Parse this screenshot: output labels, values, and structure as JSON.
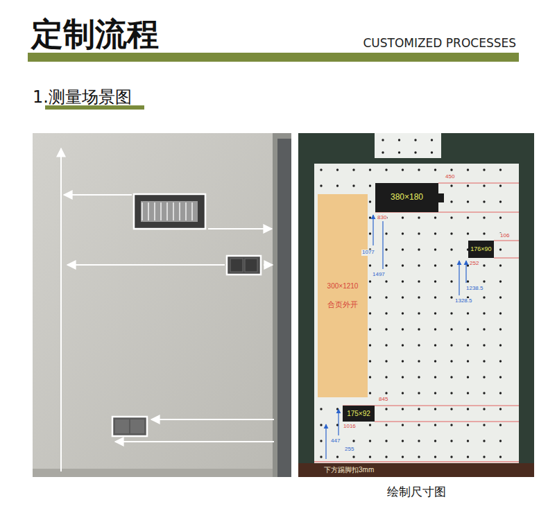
{
  "diagram": {
    "title": "定制流程",
    "caption": "绘制尺寸图",
    "nodes": [
      {
        "text": [
          "380×180"
        ]
      },
      {
        "text": [
          "300×1210",
          "合页外开"
        ]
      },
      {
        "text": [
          "176×90"
        ]
      },
      {
        "text": [
          "175×92"
        ]
      }
    ],
    "labels": [
      "CUSTOMIZED PROCESSES",
      "1.测量场景图",
      "450",
      "830",
      "1077",
      "1497",
      "106",
      "252",
      "1238.5",
      "1328.5",
      "845",
      "1016",
      "447",
      "255",
      "下方踢脚扣3mm"
    ]
  }
}
